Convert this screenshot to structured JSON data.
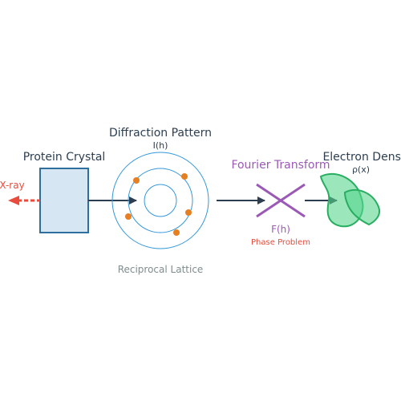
{
  "labels": {
    "protein_crystal": "Protein Crystal",
    "xray": "X-ray",
    "diffraction_title": "Diffraction Pattern",
    "intensity": "I(h)",
    "reciprocal": "Reciprocal Lattice",
    "fourier": "Fourier Transform",
    "structure_factor": "F(h)",
    "phase_problem": "Phase Problem",
    "electron_density": "Electron Density",
    "rho": "ρ(x)"
  },
  "colors": {
    "text_dark": "#2c3e50",
    "crystal_fill": "#d6e6f3",
    "crystal_stroke": "#2e6f9e",
    "xray_red": "#e74c3c",
    "ring_blue": "#3498db",
    "spot_orange": "#e67e22",
    "arrow_dark": "#2c3e50",
    "fourier_purple": "#9b59b6",
    "density_fill": "#58d68d",
    "density_stroke": "#27ae60",
    "reciprocal_gray": "#7f8c8d"
  },
  "icons": [
    "crystal-box",
    "xray-arrow",
    "diffraction-rings",
    "diffraction-spots",
    "fourier-cross",
    "electron-density-blob"
  ]
}
